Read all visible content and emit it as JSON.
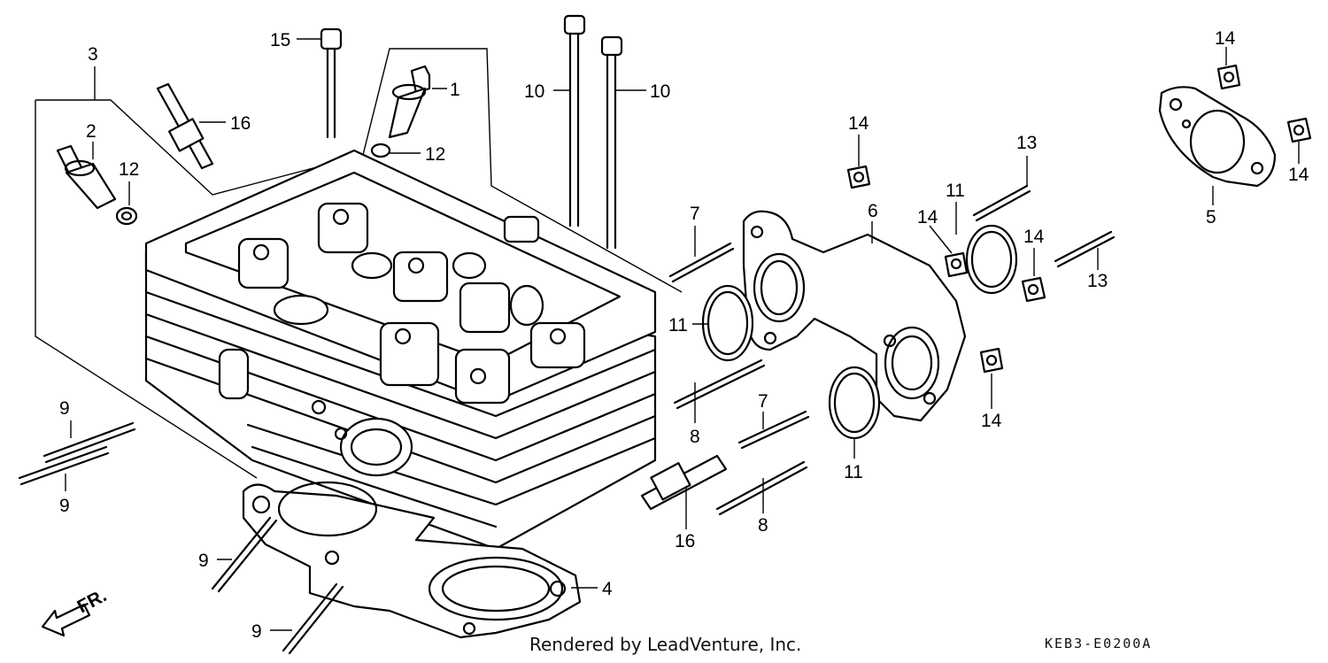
{
  "callouts": [
    {
      "id": "c1",
      "text": "1"
    },
    {
      "id": "c2",
      "text": "2"
    },
    {
      "id": "c3",
      "text": "3"
    },
    {
      "id": "c4",
      "text": "4"
    },
    {
      "id": "c5",
      "text": "5"
    },
    {
      "id": "c6",
      "text": "6"
    },
    {
      "id": "c7a",
      "text": "7"
    },
    {
      "id": "c7b",
      "text": "7"
    },
    {
      "id": "c8a",
      "text": "8"
    },
    {
      "id": "c8b",
      "text": "8"
    },
    {
      "id": "c9a",
      "text": "9"
    },
    {
      "id": "c9b",
      "text": "9"
    },
    {
      "id": "c9c",
      "text": "9"
    },
    {
      "id": "c9d",
      "text": "9"
    },
    {
      "id": "c10a",
      "text": "10"
    },
    {
      "id": "c10b",
      "text": "10"
    },
    {
      "id": "c11a",
      "text": "11"
    },
    {
      "id": "c11b",
      "text": "11"
    },
    {
      "id": "c11c",
      "text": "11"
    },
    {
      "id": "c12a",
      "text": "12"
    },
    {
      "id": "c12b",
      "text": "12"
    },
    {
      "id": "c13a",
      "text": "13"
    },
    {
      "id": "c13b",
      "text": "13"
    },
    {
      "id": "c14a",
      "text": "14"
    },
    {
      "id": "c14b",
      "text": "14"
    },
    {
      "id": "c14c",
      "text": "14"
    },
    {
      "id": "c14d",
      "text": "14"
    },
    {
      "id": "c14e",
      "text": "14"
    },
    {
      "id": "c14f",
      "text": "14"
    },
    {
      "id": "c15",
      "text": "15"
    },
    {
      "id": "c16a",
      "text": "16"
    },
    {
      "id": "c16b",
      "text": "16"
    }
  ],
  "front_marker": "FR.",
  "credit": "Rendered by LeadVenture, Inc.",
  "diagram_code": "KEB3-E0200A"
}
